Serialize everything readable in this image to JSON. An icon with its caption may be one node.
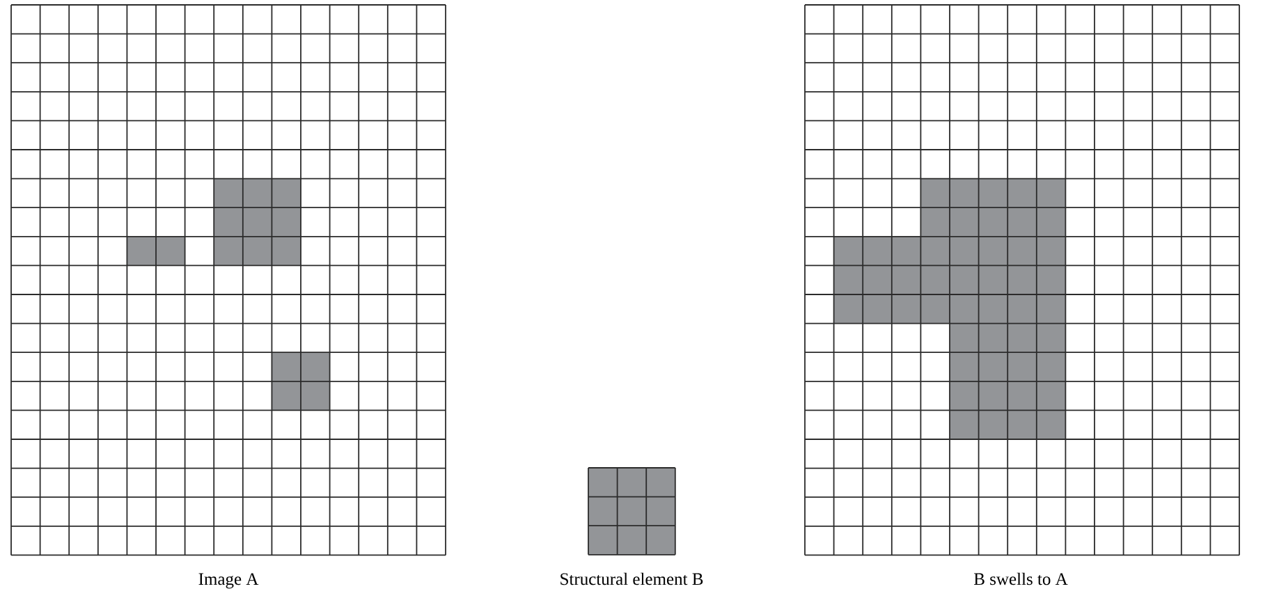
{
  "diagram": {
    "labels": [
      "Image A",
      "Structural element B",
      "B swells to A"
    ]
  }
}
